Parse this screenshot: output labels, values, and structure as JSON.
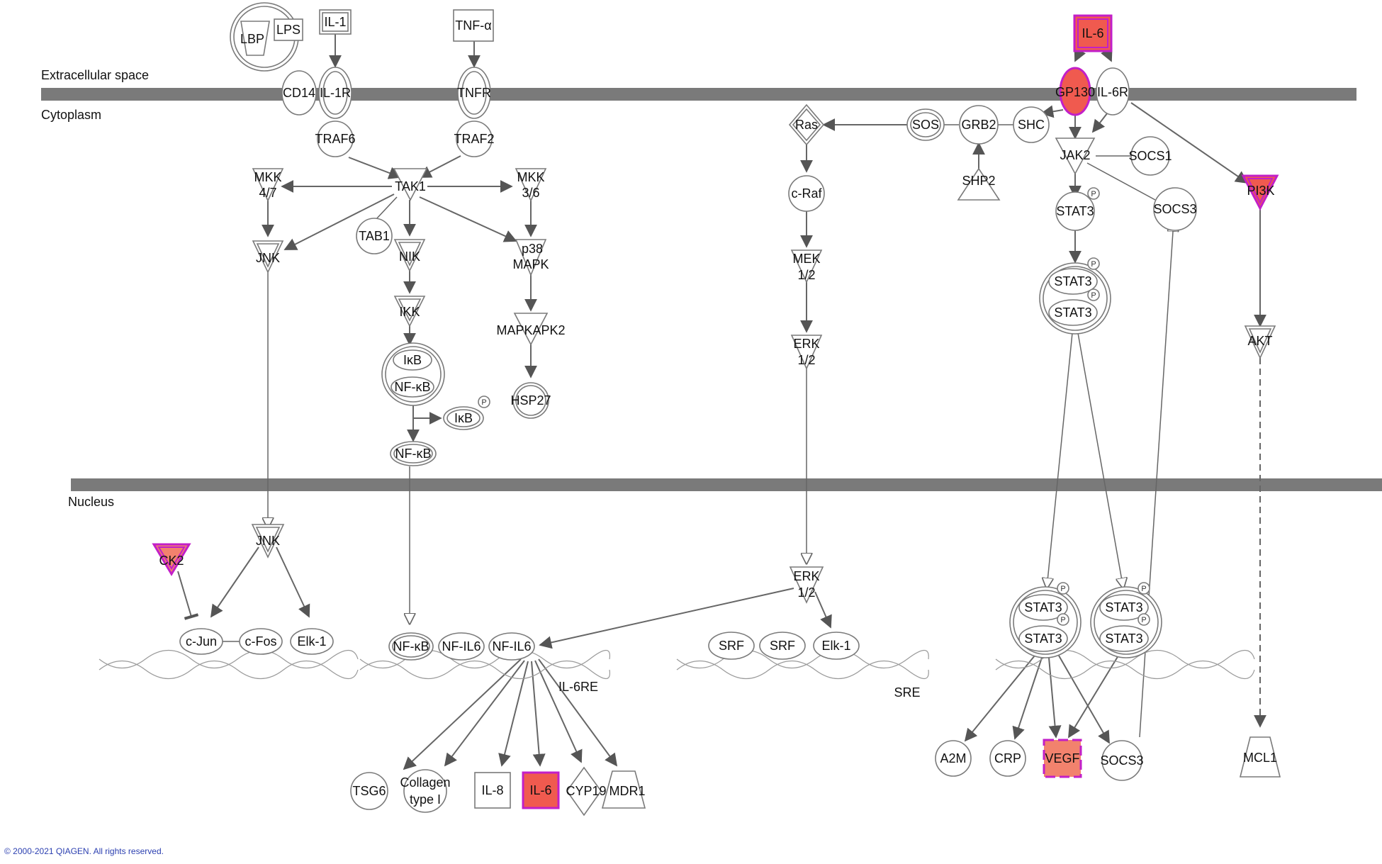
{
  "regions": {
    "extracellular": "Extracellular space",
    "cytoplasm": "Cytoplasm",
    "nucleus": "Nucleus"
  },
  "colors": {
    "highlight_fill": "#f05a4f",
    "highlight_fill_light": "#f2826d",
    "highlight_border": "#c21fc8",
    "membrane": "#7a7a7a"
  },
  "nodes": {
    "lbp": "LBP",
    "lps": "LPS",
    "il1": "IL-1",
    "tnfa": "TNF-α",
    "il6_top": "IL-6",
    "cd14": "CD14",
    "il1r": "IL-1R",
    "tnfr": "TNFR",
    "gp130": "GP130",
    "il6r": "IL-6R",
    "traf6": "TRAF6",
    "traf2": "TRAF2",
    "tak1": "TAK1",
    "mkk47_a": "MKK",
    "mkk47_b": "4/7",
    "mkk36_a": "MKK",
    "mkk36_b": "3/6",
    "jnk_cyto": "JNK",
    "tab1": "TAB1",
    "nik": "NIK",
    "p38_a": "p38",
    "p38_b": "MAPK",
    "ikk": "IKK",
    "mapkapk2": "MAPKAPK2",
    "ikb": "IκB",
    "nfkb_cx": "NF-κB",
    "ikb_p": "IκB",
    "hsp27": "HSP27",
    "nfkb_cyto": "NF-κB",
    "ras": "Ras",
    "sos": "SOS",
    "grb2": "GRB2",
    "shc": "SHC",
    "shp2": "SHP2",
    "craf": "c-Raf",
    "jak2": "JAK2",
    "socs1": "SOCS1",
    "mek_a": "MEK",
    "mek_b": "1/2",
    "erk_a": "ERK",
    "erk_b": "1/2",
    "stat3": "STAT3",
    "socs3_cyto": "SOCS3",
    "pi3k": "PI3K",
    "akt": "AKT",
    "stat3_dimer_a": "STAT3",
    "stat3_dimer_b": "STAT3",
    "jnk_nuc": "JNK",
    "ck2": "CK2",
    "cjun": "c-Jun",
    "cfos": "c-Fos",
    "elk1_a": "Elk-1",
    "nfkb_nuc": "NF-κB",
    "nfil6_a": "NF-IL6",
    "nfil6_b": "NF-IL6",
    "erk_nuc_a": "ERK",
    "erk_nuc_b": "1/2",
    "srf_a": "SRF",
    "srf_b": "SRF",
    "elk1_b": "Elk-1",
    "stat3_n1a": "STAT3",
    "stat3_n1b": "STAT3",
    "stat3_n2a": "STAT3",
    "stat3_n2b": "STAT3",
    "il6re": "IL-6RE",
    "sre": "SRE",
    "tsg6": "TSG6",
    "collagen_a": "Collagen",
    "collagen_b": "type I",
    "il8": "IL-8",
    "il6_bottom": "IL-6",
    "cyp19": "CYP19",
    "mdr1": "MDR1",
    "a2m": "A2M",
    "crp": "CRP",
    "vegf": "VEGF",
    "socs3_nuc": "SOCS3",
    "mcl1": "MCL1",
    "p": "P"
  },
  "copyright": "© 2000-2021 QIAGEN. All rights reserved."
}
